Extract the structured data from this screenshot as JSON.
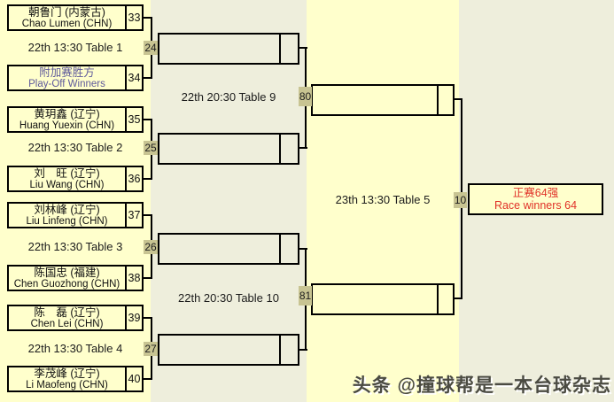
{
  "colors": {
    "column_yellow": "#FFFFCC",
    "column_beige": "#EEEEDC",
    "badge_background": "#C8C492",
    "final_text_red": "#E03228",
    "playoff_text_purple": "#5F5A9B",
    "line_black": "#000000",
    "watermark_gray": "#4B4B42"
  },
  "bracket": {
    "round1": {
      "players": [
        {
          "cn": "朝鲁门 (内蒙古)",
          "en": "Chao Lumen (CHN)",
          "seed": "33"
        },
        {
          "cn": "附加赛胜方",
          "en": "Play-Off Winners",
          "seed": "34"
        },
        {
          "cn": "黄玥鑫 (辽宁)",
          "en": "Huang Yuexin (CHN)",
          "seed": "35"
        },
        {
          "cn": "刘　旺 (辽宁)",
          "en": "Liu Wang (CHN)",
          "seed": "36"
        },
        {
          "cn": "刘林峰 (辽宁)",
          "en": "Liu Linfeng (CHN)",
          "seed": "37"
        },
        {
          "cn": "陈国忠 (福建)",
          "en": "Chen Guozhong (CHN)",
          "seed": "38"
        },
        {
          "cn": "陈　磊 (辽宁)",
          "en": "Chen Lei (CHN)",
          "seed": "39"
        },
        {
          "cn": "李茂峰 (辽宁)",
          "en": "Li Maofeng (CHN)",
          "seed": "40"
        }
      ],
      "matches": [
        {
          "label": "22th 13:30 Table 1",
          "badge": "24"
        },
        {
          "label": "22th 13:30 Table 2",
          "badge": "25"
        },
        {
          "label": "22th 13:30 Table 3",
          "badge": "26"
        },
        {
          "label": "22th 13:30 Table 4",
          "badge": "27"
        }
      ]
    },
    "round2": {
      "matches": [
        {
          "label": "22th 20:30 Table 9",
          "badge": "80"
        },
        {
          "label": "22th 20:30 Table 10",
          "badge": "81"
        }
      ]
    },
    "round3": {
      "matches": [
        {
          "label": "23th 13:30 Table 5",
          "badge": "10"
        }
      ]
    },
    "final": {
      "cn": "正赛64强",
      "en": "Race winners 64"
    }
  },
  "watermark": "头条 @撞球帮是一本台球杂志"
}
